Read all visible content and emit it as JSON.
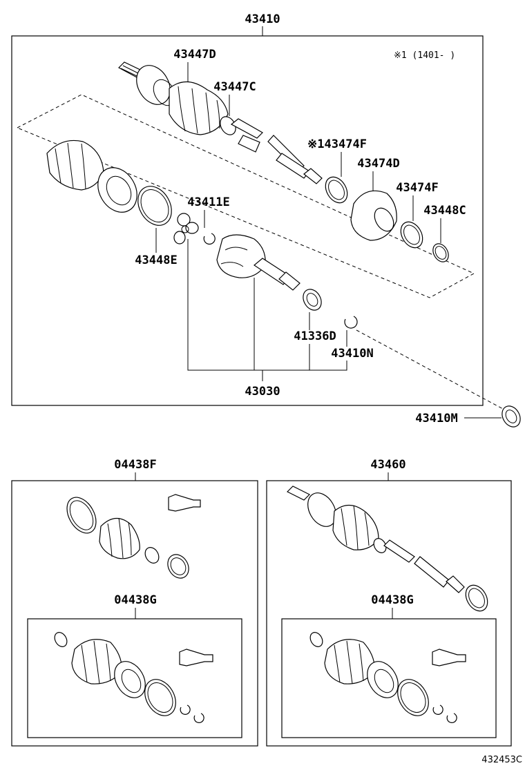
{
  "diagram": {
    "top": {
      "assembly": "43410",
      "note": "※1 (1401-   )",
      "parts": {
        "p43447D": "43447D",
        "p43447C": "43447C",
        "p43474F_a": "※143474F",
        "p43474D": "43474D",
        "p43474F_b": "43474F",
        "p43448C": "43448C",
        "p43411E": "43411E",
        "p43448E": "43448E",
        "p41336D": "41336D",
        "p43410N": "43410N",
        "p43030": "43030",
        "p43410M": "43410M"
      }
    },
    "kit_left": {
      "label": "04438F",
      "inner_label": "04438G"
    },
    "kit_right": {
      "label": "43460",
      "inner_label": "04438G"
    },
    "reference_code": "432453C"
  }
}
